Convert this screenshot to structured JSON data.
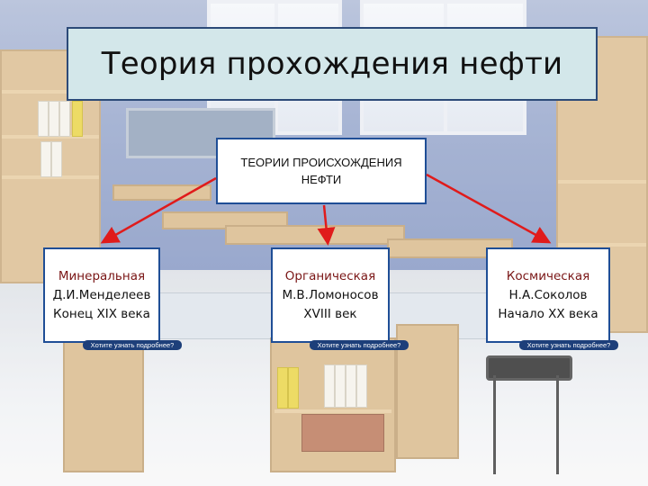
{
  "slide": {
    "title": "Теория прохождения нефти",
    "root": "ТЕОРИИ ПРОИСХОЖДЕНИЯ НЕФТИ",
    "theories": [
      {
        "name": "Минеральная",
        "author": "Д.И.Менделеев",
        "period": "Конец XIX века",
        "button": "Хотите узнать подробнее?"
      },
      {
        "name": "Органическая",
        "author": "М.В.Ломоносов",
        "period": "XVIII век",
        "button": "Хотите узнать подробнее?"
      },
      {
        "name": "Космическая",
        "author": "Н.А.Соколов",
        "period": "Начало XX века",
        "button": "Хотите узнать подробнее?"
      }
    ]
  },
  "colors": {
    "arrow": "#e01b1b",
    "box_border": "#1f4e96",
    "title_background": "#d3e7ea",
    "theory_name": "#7a1616",
    "button": "#1d3f7a"
  }
}
